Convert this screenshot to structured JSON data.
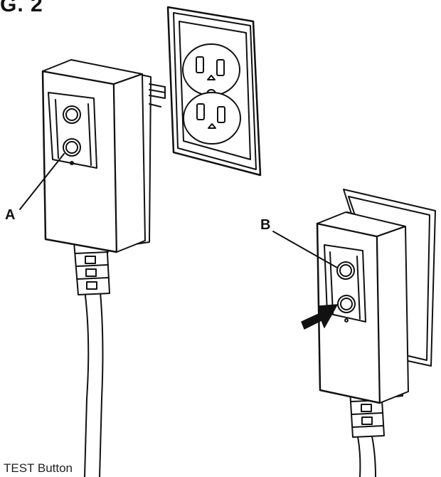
{
  "figure": {
    "title": "G. 2",
    "callout_a": "A",
    "callout_b": "B",
    "caption": "TEST Button"
  },
  "icons": [
    "wall-outlet-icon",
    "gfci-plug-icon",
    "arrow-icon"
  ]
}
